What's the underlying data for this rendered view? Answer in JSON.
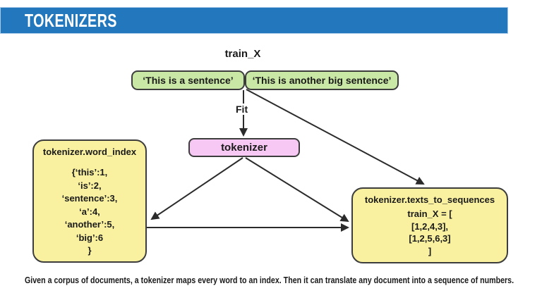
{
  "header": {
    "title": "TOKENIZERS"
  },
  "diagram": {
    "train_x_label": "train_X",
    "sentences": [
      "‘This is a sentence’",
      "‘This is another big sentence’"
    ],
    "fit_label": "Fit",
    "tokenizer_label": "tokenizer",
    "word_index": {
      "title": "tokenizer.word_index",
      "lines": [
        "{‘this’:1,",
        "‘is’:2,",
        "‘sentence’:3,",
        "‘a’:4,",
        "‘another’:5,",
        "‘big’:6",
        "}"
      ]
    },
    "texts_to_sequences": {
      "title": "tokenizer.texts_to_sequences",
      "lines": [
        "train_X = [",
        "[1,2,4,3],",
        "[1,2,5,6,3]",
        "]"
      ]
    },
    "colors": {
      "header_blue": "#2277bd",
      "sentence_green": "#c9e7a5",
      "tokenizer_pink": "#f8c8f4",
      "result_yellow": "#f9f1a0",
      "border_dark": "#3d3d3d",
      "arrow_dark": "#2b2b2b"
    }
  },
  "caption": "Given a corpus of documents, a tokenizer maps every word to an index. Then it can translate any document into a sequence of numbers."
}
